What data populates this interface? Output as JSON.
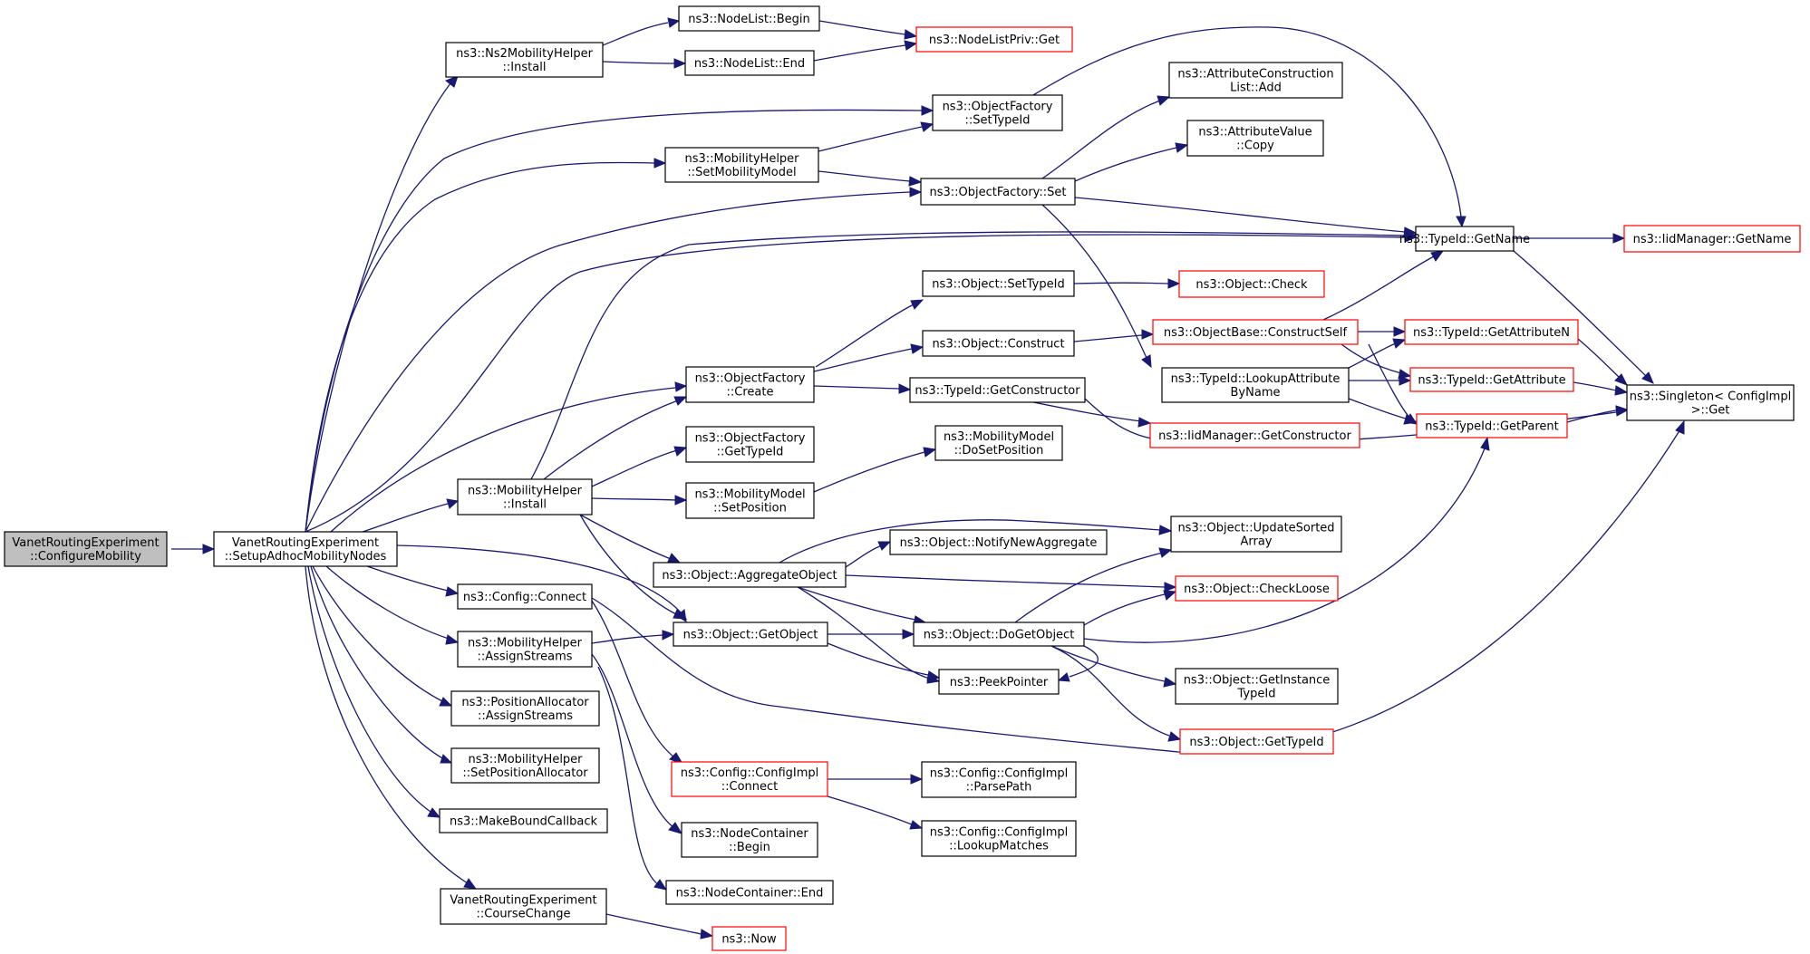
{
  "colors": {
    "edge": "#191970",
    "border_normal": "#000000",
    "border_truncated": "#ff0000",
    "fill_root": "#bfbfbf",
    "fill_normal": "#ffffff"
  },
  "nodes": [
    {
      "id": "n0",
      "lines": [
        "VanetRoutingExperiment",
        "::ConfigureMobility"
      ],
      "kind": "root"
    },
    {
      "id": "n1",
      "lines": [
        "VanetRoutingExperiment",
        "::SetupAdhocMobilityNodes"
      ],
      "kind": "normal"
    },
    {
      "id": "n2",
      "lines": [
        "ns3::Ns2MobilityHelper",
        "::Install"
      ],
      "kind": "normal"
    },
    {
      "id": "n3",
      "lines": [
        "ns3::NodeList::Begin"
      ],
      "kind": "normal"
    },
    {
      "id": "n4",
      "lines": [
        "ns3::NodeList::End"
      ],
      "kind": "normal"
    },
    {
      "id": "n5",
      "lines": [
        "ns3::NodeListPriv::Get"
      ],
      "kind": "truncated"
    },
    {
      "id": "n6",
      "lines": [
        "ns3::ObjectFactory",
        "::SetTypeId"
      ],
      "kind": "normal"
    },
    {
      "id": "n7",
      "lines": [
        "ns3::MobilityHelper",
        "::SetMobilityModel"
      ],
      "kind": "normal"
    },
    {
      "id": "n8",
      "lines": [
        "ns3::ObjectFactory::Set"
      ],
      "kind": "normal"
    },
    {
      "id": "n9",
      "lines": [
        "ns3::AttributeConstruction",
        "List::Add"
      ],
      "kind": "normal"
    },
    {
      "id": "n10",
      "lines": [
        "ns3::AttributeValue",
        "::Copy"
      ],
      "kind": "normal"
    },
    {
      "id": "n11",
      "lines": [
        "ns3::TypeId::GetName"
      ],
      "kind": "normal"
    },
    {
      "id": "n12",
      "lines": [
        "ns3::IidManager::GetName"
      ],
      "kind": "truncated"
    },
    {
      "id": "n13",
      "lines": [
        "ns3::Object::SetTypeId"
      ],
      "kind": "normal"
    },
    {
      "id": "n14",
      "lines": [
        "ns3::Object::Check"
      ],
      "kind": "truncated"
    },
    {
      "id": "n15",
      "lines": [
        "ns3::ObjectFactory",
        "::Create"
      ],
      "kind": "normal"
    },
    {
      "id": "n16",
      "lines": [
        "ns3::Object::Construct"
      ],
      "kind": "normal"
    },
    {
      "id": "n17",
      "lines": [
        "ns3::ObjectBase::ConstructSelf"
      ],
      "kind": "truncated"
    },
    {
      "id": "n18",
      "lines": [
        "ns3::TypeId::GetAttributeN"
      ],
      "kind": "truncated"
    },
    {
      "id": "n19",
      "lines": [
        "ns3::TypeId::LookupAttribute",
        "ByName"
      ],
      "kind": "normal"
    },
    {
      "id": "n20",
      "lines": [
        "ns3::TypeId::GetAttribute"
      ],
      "kind": "truncated"
    },
    {
      "id": "n21",
      "lines": [
        "ns3::Singleton< ConfigImpl",
        " >::Get"
      ],
      "kind": "normal"
    },
    {
      "id": "n22",
      "lines": [
        "ns3::TypeId::GetConstructor"
      ],
      "kind": "normal"
    },
    {
      "id": "n23",
      "lines": [
        "ns3::IidManager::GetConstructor"
      ],
      "kind": "truncated"
    },
    {
      "id": "n24",
      "lines": [
        "ns3::TypeId::GetParent"
      ],
      "kind": "truncated"
    },
    {
      "id": "n25",
      "lines": [
        "ns3::ObjectFactory",
        "::GetTypeId"
      ],
      "kind": "normal"
    },
    {
      "id": "n26",
      "lines": [
        "ns3::MobilityModel",
        "::DoSetPosition"
      ],
      "kind": "normal"
    },
    {
      "id": "n27",
      "lines": [
        "ns3::MobilityHelper",
        "::Install"
      ],
      "kind": "normal"
    },
    {
      "id": "n28",
      "lines": [
        "ns3::MobilityModel",
        "::SetPosition"
      ],
      "kind": "normal"
    },
    {
      "id": "n29",
      "lines": [
        "ns3::Object::NotifyNewAggregate"
      ],
      "kind": "normal"
    },
    {
      "id": "n30",
      "lines": [
        "ns3::Object::UpdateSorted",
        "Array"
      ],
      "kind": "normal"
    },
    {
      "id": "n31",
      "lines": [
        "ns3::Object::AggregateObject"
      ],
      "kind": "normal"
    },
    {
      "id": "n32",
      "lines": [
        "ns3::Config::Connect"
      ],
      "kind": "normal"
    },
    {
      "id": "n33",
      "lines": [
        "ns3::Object::CheckLoose"
      ],
      "kind": "truncated"
    },
    {
      "id": "n34",
      "lines": [
        "ns3::MobilityHelper",
        "::AssignStreams"
      ],
      "kind": "normal"
    },
    {
      "id": "n35",
      "lines": [
        "ns3::Object::GetObject"
      ],
      "kind": "normal"
    },
    {
      "id": "n36",
      "lines": [
        "ns3::Object::DoGetObject"
      ],
      "kind": "normal"
    },
    {
      "id": "n37",
      "lines": [
        "ns3::PeekPointer"
      ],
      "kind": "normal"
    },
    {
      "id": "n38",
      "lines": [
        "ns3::Object::GetInstance",
        "TypeId"
      ],
      "kind": "normal"
    },
    {
      "id": "n39",
      "lines": [
        "ns3::PositionAllocator",
        "::AssignStreams"
      ],
      "kind": "normal"
    },
    {
      "id": "n40",
      "lines": [
        "ns3::Object::GetTypeId"
      ],
      "kind": "truncated"
    },
    {
      "id": "n41",
      "lines": [
        "ns3::MobilityHelper",
        "::SetPositionAllocator"
      ],
      "kind": "normal"
    },
    {
      "id": "n42",
      "lines": [
        "ns3::Config::ConfigImpl",
        "::Connect"
      ],
      "kind": "truncated"
    },
    {
      "id": "n43",
      "lines": [
        "ns3::Config::ConfigImpl",
        "::ParsePath"
      ],
      "kind": "normal"
    },
    {
      "id": "n44",
      "lines": [
        "ns3::MakeBoundCallback"
      ],
      "kind": "normal"
    },
    {
      "id": "n45",
      "lines": [
        "ns3::NodeContainer",
        "::Begin"
      ],
      "kind": "normal"
    },
    {
      "id": "n46",
      "lines": [
        "ns3::Config::ConfigImpl",
        "::LookupMatches"
      ],
      "kind": "normal"
    },
    {
      "id": "n47",
      "lines": [
        "ns3::NodeContainer::End"
      ],
      "kind": "normal"
    },
    {
      "id": "n48",
      "lines": [
        "VanetRoutingExperiment",
        "::CourseChange"
      ],
      "kind": "normal"
    },
    {
      "id": "n49",
      "lines": [
        "ns3::Now"
      ],
      "kind": "truncated"
    }
  ]
}
